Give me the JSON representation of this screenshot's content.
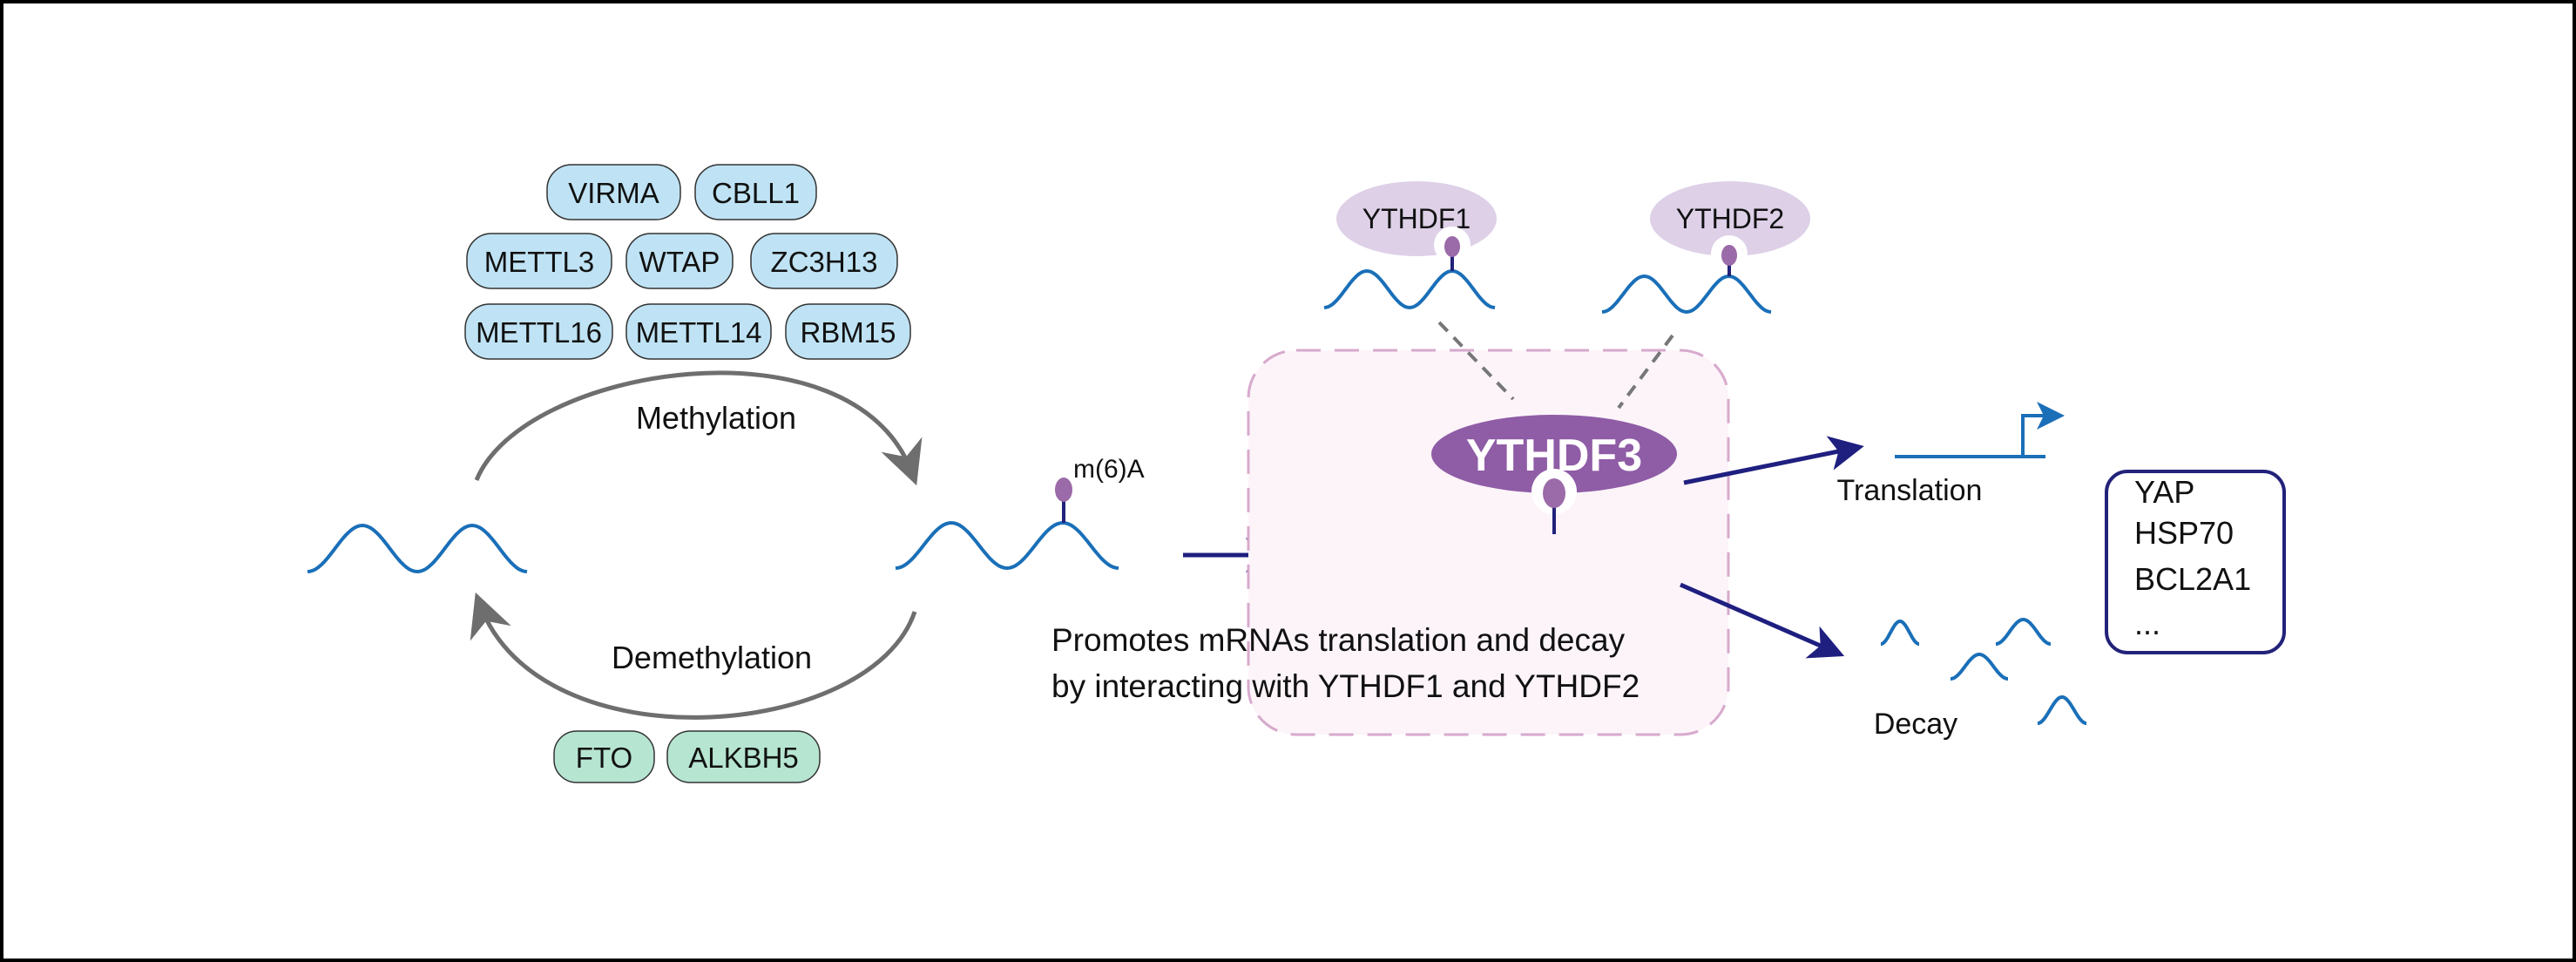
{
  "writers": [
    "VIRMA",
    "CBLL1",
    "METTL3",
    "WTAP",
    "ZC3H13",
    "METTL16",
    "METTL14",
    "RBM15"
  ],
  "erasers": [
    "FTO",
    "ALKBH5"
  ],
  "labels": {
    "methylation": "Methylation",
    "demethylation": "Demethylation",
    "m6a": "m(6)A",
    "ythdf1": "YTHDF1",
    "ythdf2": "YTHDF2",
    "ythdf3": "YTHDF3",
    "promotes_line1": "Promotes mRNAs translation and decay",
    "promotes_line2": "by interacting with YTHDF1 and YTHDF2",
    "translation": "Translation",
    "decay": "Decay"
  },
  "targets": [
    "YAP",
    "HSP70",
    "BCL2A1",
    "..."
  ],
  "colors": {
    "writer_fill": "#bfe3f4",
    "eraser_fill": "#b6e5d1",
    "rna": "#1a6fb8",
    "m6a_mark": "#9b6aa8",
    "ythdf_light": "#ddd0e7",
    "ythdf3": "#8f5ca6",
    "box_fill": "#fcf4f9",
    "box_stroke": "#d7aacd",
    "arrow": "#1f1f80",
    "cycle_arrow": "#6e6e6e"
  }
}
